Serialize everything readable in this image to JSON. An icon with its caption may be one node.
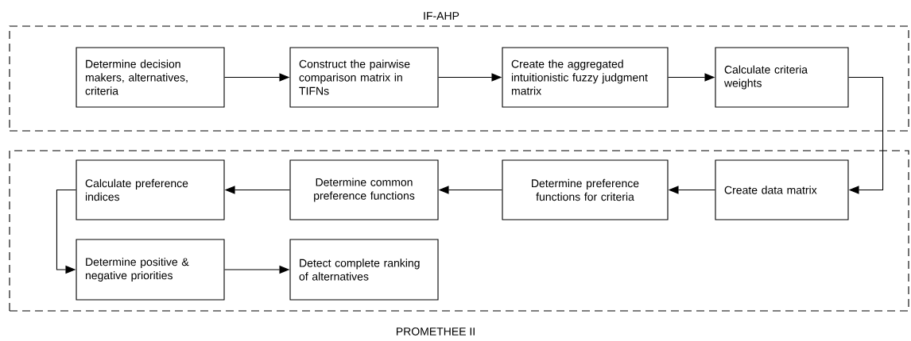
{
  "diagram": {
    "nodes": [
      {
        "text": [
          "IF-AHP"
        ]
      },
      {
        "text": [
          "Determine decision makers, alternatives, criteria"
        ],
        "in": 0
      },
      {
        "text": [
          "Construct the pairwise comparison matrix in TIFNs"
        ],
        "in": 0
      },
      {
        "text": [
          "Create the aggregated intuitionistic fuzzy judgment matrix"
        ],
        "in": 0
      },
      {
        "text": [
          "Calculate criteria weights"
        ],
        "in": 0
      },
      {
        "text": [
          "PROMETHEE II"
        ]
      },
      {
        "text": [
          "Calculate preference indices"
        ],
        "in": 5
      },
      {
        "text": [
          "Determine common preference functions"
        ],
        "in": 5
      },
      {
        "text": [
          "Determine preference functions for criteria"
        ],
        "in": 5
      },
      {
        "text": [
          "Create data matrix"
        ],
        "in": 5
      },
      {
        "text": [
          "Determine positive & negative priorities"
        ],
        "in": 5
      },
      {
        "text": [
          "Detect complete ranking of alternatives"
        ],
        "in": 5
      }
    ],
    "edges": [
      {
        "from": 1,
        "to": 2,
        "arrow": "to"
      },
      {
        "from": 2,
        "to": 3,
        "arrow": "to"
      },
      {
        "from": 3,
        "to": 4,
        "arrow": "to"
      },
      {
        "from": 4,
        "to": 9,
        "arrow": "to"
      },
      {
        "from": 9,
        "to": 8,
        "arrow": "to"
      },
      {
        "from": 8,
        "to": 7,
        "arrow": "to"
      },
      {
        "from": 7,
        "to": 6,
        "arrow": "to"
      },
      {
        "from": 6,
        "to": 10,
        "arrow": "to"
      },
      {
        "from": 10,
        "to": 11,
        "arrow": "to"
      }
    ]
  }
}
